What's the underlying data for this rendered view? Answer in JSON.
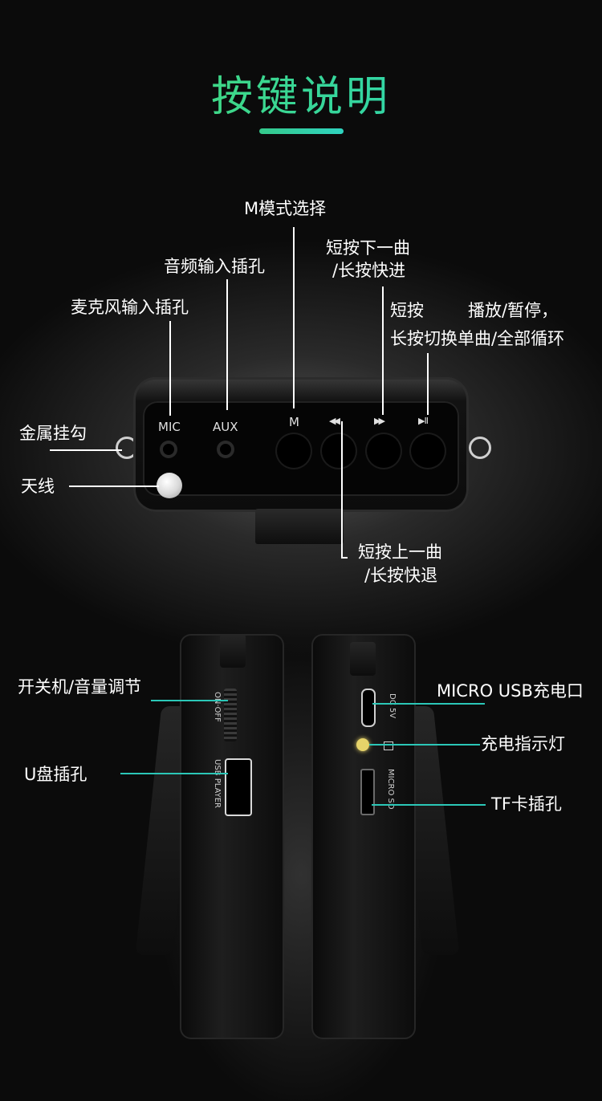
{
  "title": "按键说明",
  "top_device": {
    "panel_labels": {
      "mic": "MIC",
      "aux": "AUX",
      "mode": "M",
      "prev": "◀◀",
      "next": "▶▶",
      "play_pause": "▶II"
    },
    "callouts": {
      "mode_select": "M模式选择",
      "next_line1": "短按下一曲",
      "next_line2": "/长按快进",
      "aux_in": "音频输入插孔",
      "play_line1": "短按",
      "play_line1b": "播放/暂停，",
      "play_line2": "长按切换单曲/全部循环",
      "mic_in": "麦克风输入插孔",
      "hook": "金属挂勾",
      "antenna": "天线",
      "prev_line1": "短按上一曲",
      "prev_line2": "/长按快退"
    }
  },
  "side_devices": {
    "left_labels": {
      "switch_print": "ON·OFF",
      "usb_print": "USB PLAYER"
    },
    "right_labels": {
      "dc_print": "DC 5V",
      "sd_print": "MICRO SD"
    },
    "callouts": {
      "power_volume": "开关机/音量调节",
      "u_disk": "U盘插孔",
      "micro_usb": "MICRO USB充电口",
      "charge_led": "充电指示灯",
      "tf_card": "TF卡插孔"
    }
  },
  "colors": {
    "title_gradient_start": "#4cd964",
    "title_gradient_end": "#25d4c8",
    "teal_line": "#2bc7b7"
  }
}
